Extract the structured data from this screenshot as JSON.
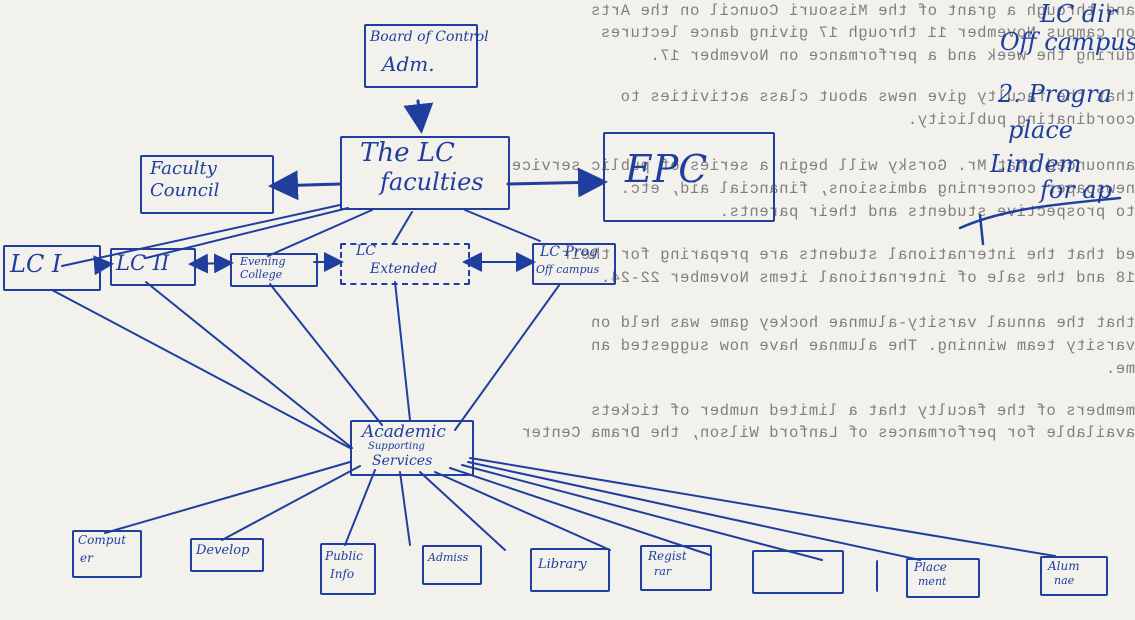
{
  "bleed_through_text": [
    "and through a grant of the Missouri Council on the Arts",
    "on campus November 11 through 17 giving dance lectures",
    "during the week and a performance on November 17.",
    "that the faculty give news about class activities to",
    "coordinating publicity.",
    "announced that Mr. Gorsky will begin a series of public service",
    "newspaper concerning admissions, financial aid, etc.",
    "to prospective students and their parents.",
    "ed that the international students are preparing for their",
    "18 and the sale of international items November 22-24.",
    "that the annual varsity-alumnae hockey game was held on",
    "varsity team winning. The alumnae have now suggested an",
    "me.",
    "members of the faculty that a limited number of tickets",
    "available for performances of Lanford Wilson, the Drama Center"
  ],
  "margin_note": {
    "lines": [
      "LC dir",
      "Off campus",
      "2. Progra",
      "place",
      "Lindem",
      "for ap"
    ]
  },
  "diagram": {
    "board": [
      "Board of Control",
      "Adm."
    ],
    "faculties": [
      "The LC",
      "faculties"
    ],
    "faculty_council": [
      "Faculty",
      "Council"
    ],
    "epc": "EPC",
    "lci": "LC I",
    "lcii": "LC II",
    "evening_college": [
      "Evening",
      "College"
    ],
    "lc_extended": [
      "LC",
      "Extended"
    ],
    "lc_off_campus": [
      "LC Prog",
      "Off campus"
    ],
    "academic_services": [
      "Academic",
      "Supporting",
      "Services"
    ],
    "services": [
      [
        "Comput",
        "er"
      ],
      [
        "Develop"
      ],
      [
        "Public",
        "Info"
      ],
      [
        "Admiss"
      ],
      [
        "Library"
      ],
      [
        "Regist",
        "rar"
      ],
      [
        ""
      ],
      [
        ""
      ],
      [
        "Place",
        "ment"
      ],
      [
        "Alum",
        "nae"
      ]
    ]
  }
}
